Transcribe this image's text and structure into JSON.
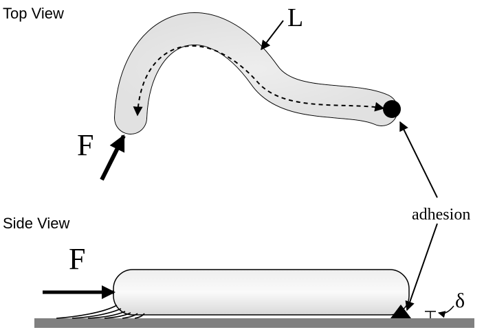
{
  "labels": {
    "top_view": "Top View",
    "side_view": "Side View",
    "length": "L",
    "force_top": "F",
    "force_side": "F",
    "adhesion": "adhesion",
    "delta": "δ"
  },
  "colors": {
    "body_fill": "#e6e6e6",
    "body_highlight": "#f7f7f7",
    "outline": "#000000",
    "ground": "#808080"
  }
}
